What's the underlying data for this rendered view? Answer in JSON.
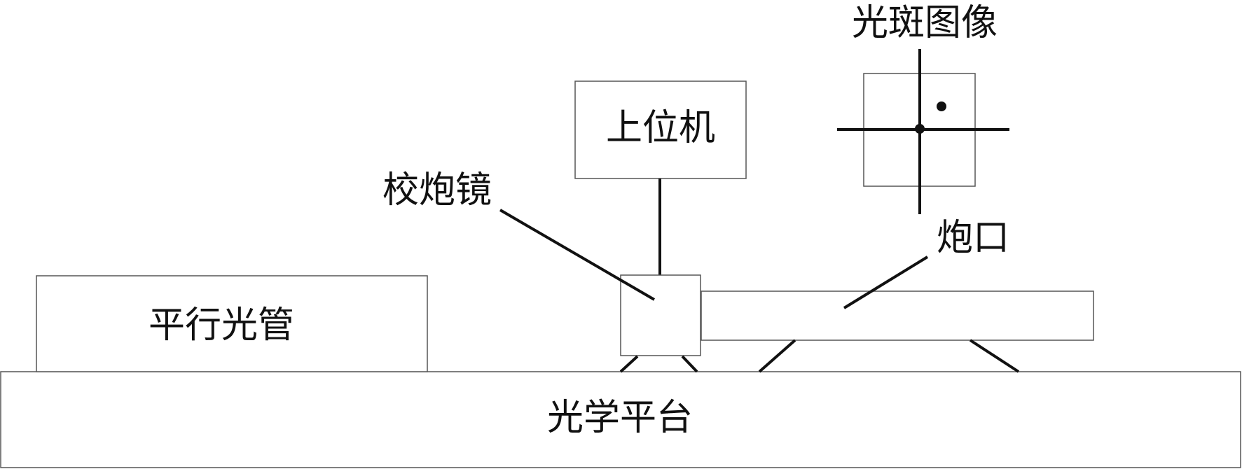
{
  "labels": {
    "optical_platform": "光学平台",
    "collimator": "平行光管",
    "host_computer": "上位机",
    "boresight": "校炮镜",
    "muzzle": "炮口",
    "spot_image": "光斑图像"
  }
}
